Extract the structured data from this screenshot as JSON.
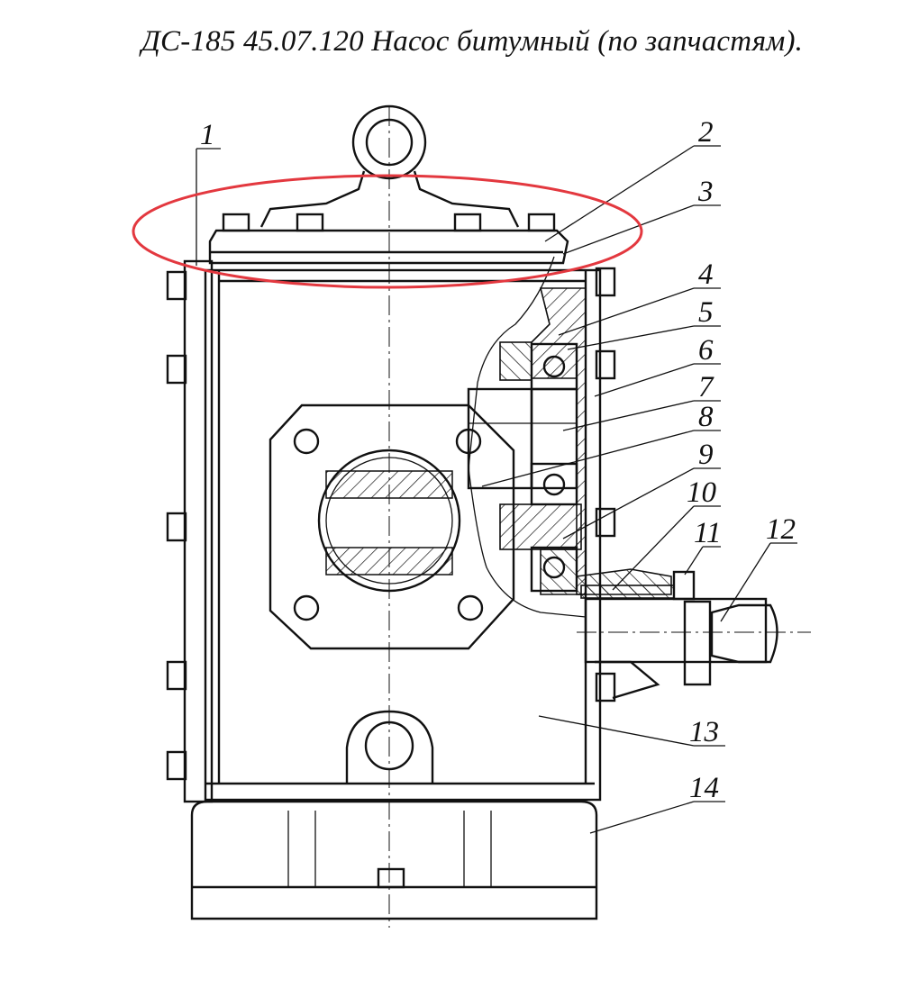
{
  "title": "ДС-185 45.07.120 Насос битумный (по запчастям).",
  "highlight_color": "#e3383f",
  "callouts": [
    "1",
    "2",
    "3",
    "4",
    "5",
    "6",
    "7",
    "8",
    "9",
    "10",
    "11",
    "12",
    "13",
    "14"
  ]
}
